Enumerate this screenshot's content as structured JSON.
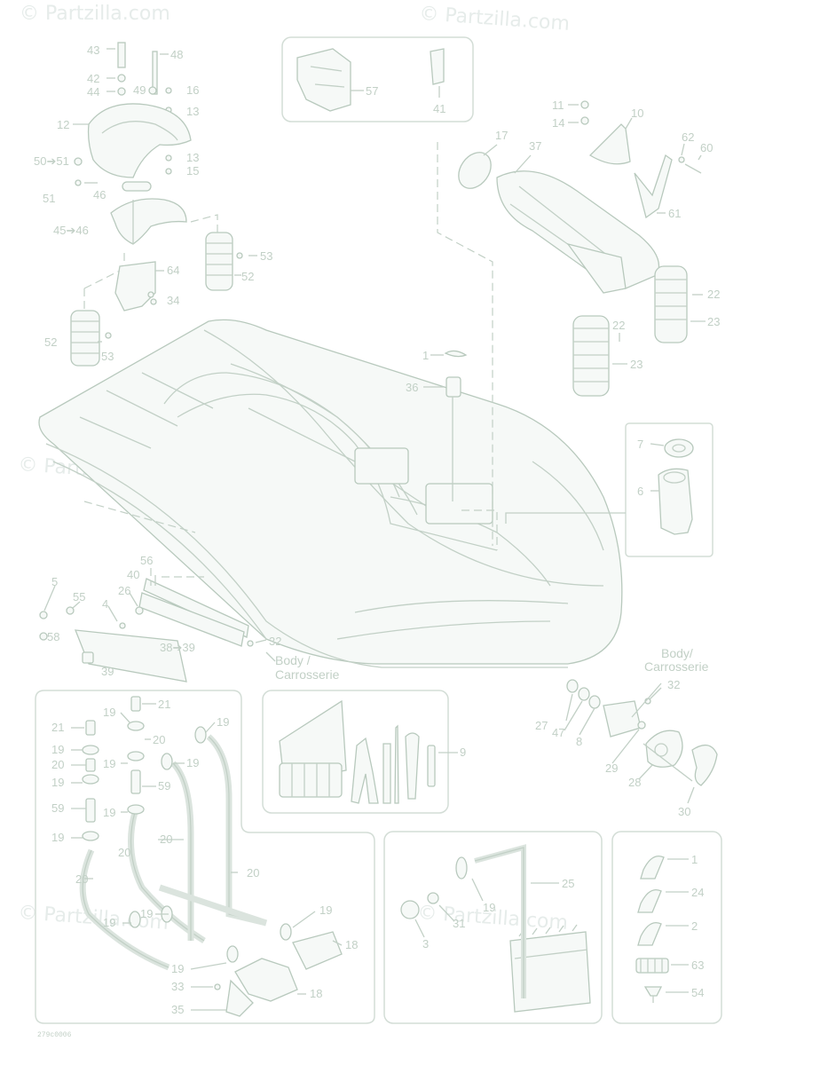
{
  "watermark": "© Partzilla.com",
  "diagram_code": "279c0006",
  "body_label_1": "Body /",
  "body_label_2": "Carrosserie",
  "body_label_r1": "Body/",
  "body_label_r2": "Carrosserie",
  "callouts": {
    "c43": "43",
    "c48": "48",
    "c42": "42",
    "c44": "44",
    "c49": "49",
    "c16": "16",
    "c13a": "13",
    "c12": "12",
    "c50_51": "50➔51",
    "c13b": "13",
    "c15": "15",
    "c51": "51",
    "c46": "46",
    "c45_46": "45➔46",
    "c64": "64",
    "c34": "34",
    "c53a": "53",
    "c52a": "52",
    "c52b": "52",
    "c53b": "53",
    "c57": "57",
    "c41": "41",
    "c11": "11",
    "c14": "14",
    "c10": "10",
    "c17": "17",
    "c37": "37",
    "c62": "62",
    "c60": "60",
    "c61": "61",
    "c22a": "22",
    "c23a": "23",
    "c22b": "22",
    "c23b": "23",
    "c1": "1",
    "c36": "36",
    "c7": "7",
    "c6": "6",
    "c56": "56",
    "c5": "5",
    "c55": "55",
    "c40": "40",
    "c26": "26",
    "c4": "4",
    "c32a": "32",
    "c58": "58",
    "c38_39": "38➔39",
    "c39": "39",
    "c32b": "32",
    "c27": "27",
    "c47": "47",
    "c8": "8",
    "c29": "29",
    "c28": "28",
    "c30": "30",
    "c21a": "21",
    "c21b": "21",
    "c19a": "19",
    "c19b": "19",
    "c20a": "20",
    "c19c": "19",
    "c20b": "20",
    "c19d": "19",
    "c19e": "19",
    "c59a": "59",
    "c59b": "59",
    "c19f": "19",
    "c19g": "19",
    "c20c": "20",
    "c20d": "20",
    "c20e": "20",
    "c20f": "20",
    "c19h": "19",
    "c19i": "19",
    "c19j": "19",
    "c18a": "18",
    "c19k": "19",
    "c18b": "18",
    "c33": "33",
    "c35": "35",
    "c9": "9",
    "c19l": "19",
    "c25": "25",
    "c31": "31",
    "c3": "3",
    "c1b": "1",
    "c24": "24",
    "c2": "2",
    "c63": "63",
    "c54": "54"
  }
}
